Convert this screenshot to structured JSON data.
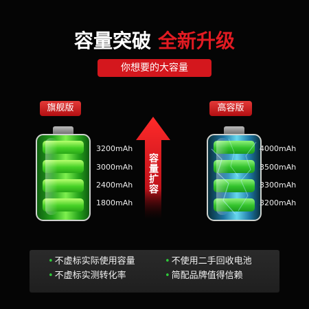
{
  "header": {
    "title_white": "容量突破",
    "title_red": "全新升级",
    "subtitle": "你想要的大容量"
  },
  "left": {
    "tag": "旗舰版",
    "capacities": [
      "3200mAh",
      "3000mAh",
      "2400mAh",
      "1800mAh"
    ]
  },
  "right": {
    "tag": "高容版",
    "capacities": [
      "4000mAh",
      "3500mAh",
      "3300mAh",
      "3200mAh"
    ]
  },
  "arrow_label": "容量扩容",
  "features": [
    "不虚标实际使用容量",
    "不使用二手回收电池",
    "不虚标实测转化率",
    "简配品牌值得信赖"
  ],
  "colors": {
    "accent_red": "#e11b22",
    "green": "#46d126",
    "blue": "#1d74a2",
    "bullet": "#2ecc3a"
  }
}
